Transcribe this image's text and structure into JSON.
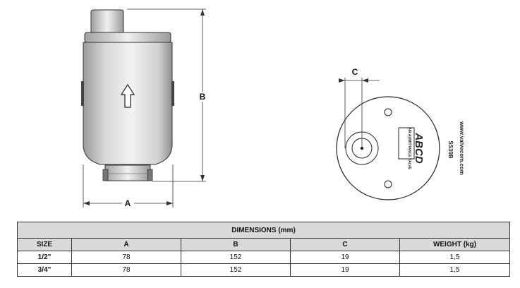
{
  "drawing": {
    "dimension_labels": {
      "a": "A",
      "b": "B",
      "c": "C"
    },
    "stamp": {
      "brand": "ABCD",
      "product": "AIR ADMITTANCE VALVE",
      "website": "www.valvecom.com",
      "code": "SS30B"
    }
  },
  "table": {
    "title": "DIMENSIONS (mm)",
    "headers": [
      "SIZE",
      "A",
      "B",
      "C",
      "WEIGHT (kg)"
    ],
    "rows": [
      [
        "1/2\"",
        "78",
        "152",
        "19",
        "1,5"
      ],
      [
        "3/4\"",
        "78",
        "152",
        "19",
        "1,5"
      ]
    ]
  }
}
